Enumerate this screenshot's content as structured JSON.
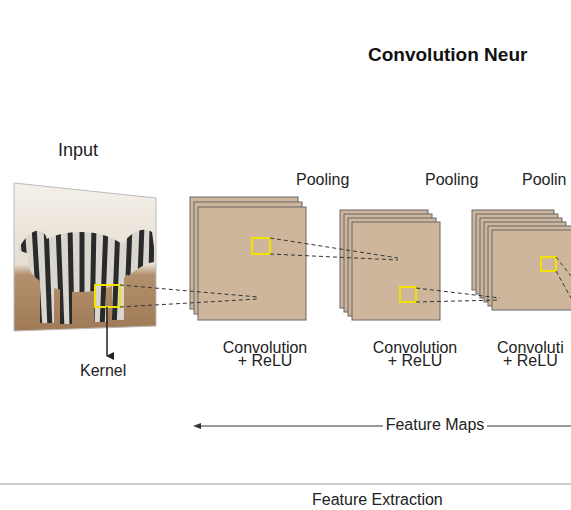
{
  "diagram": {
    "title": "Convolution Neur",
    "labels": [
      "Input",
      "Pooling",
      "Pooling",
      "Poolin",
      "Kernel",
      "Convolution + ReLU",
      "Convolution + ReLU",
      "Convoluti + ReLU",
      "Feature Maps",
      "Feature Extraction"
    ]
  }
}
